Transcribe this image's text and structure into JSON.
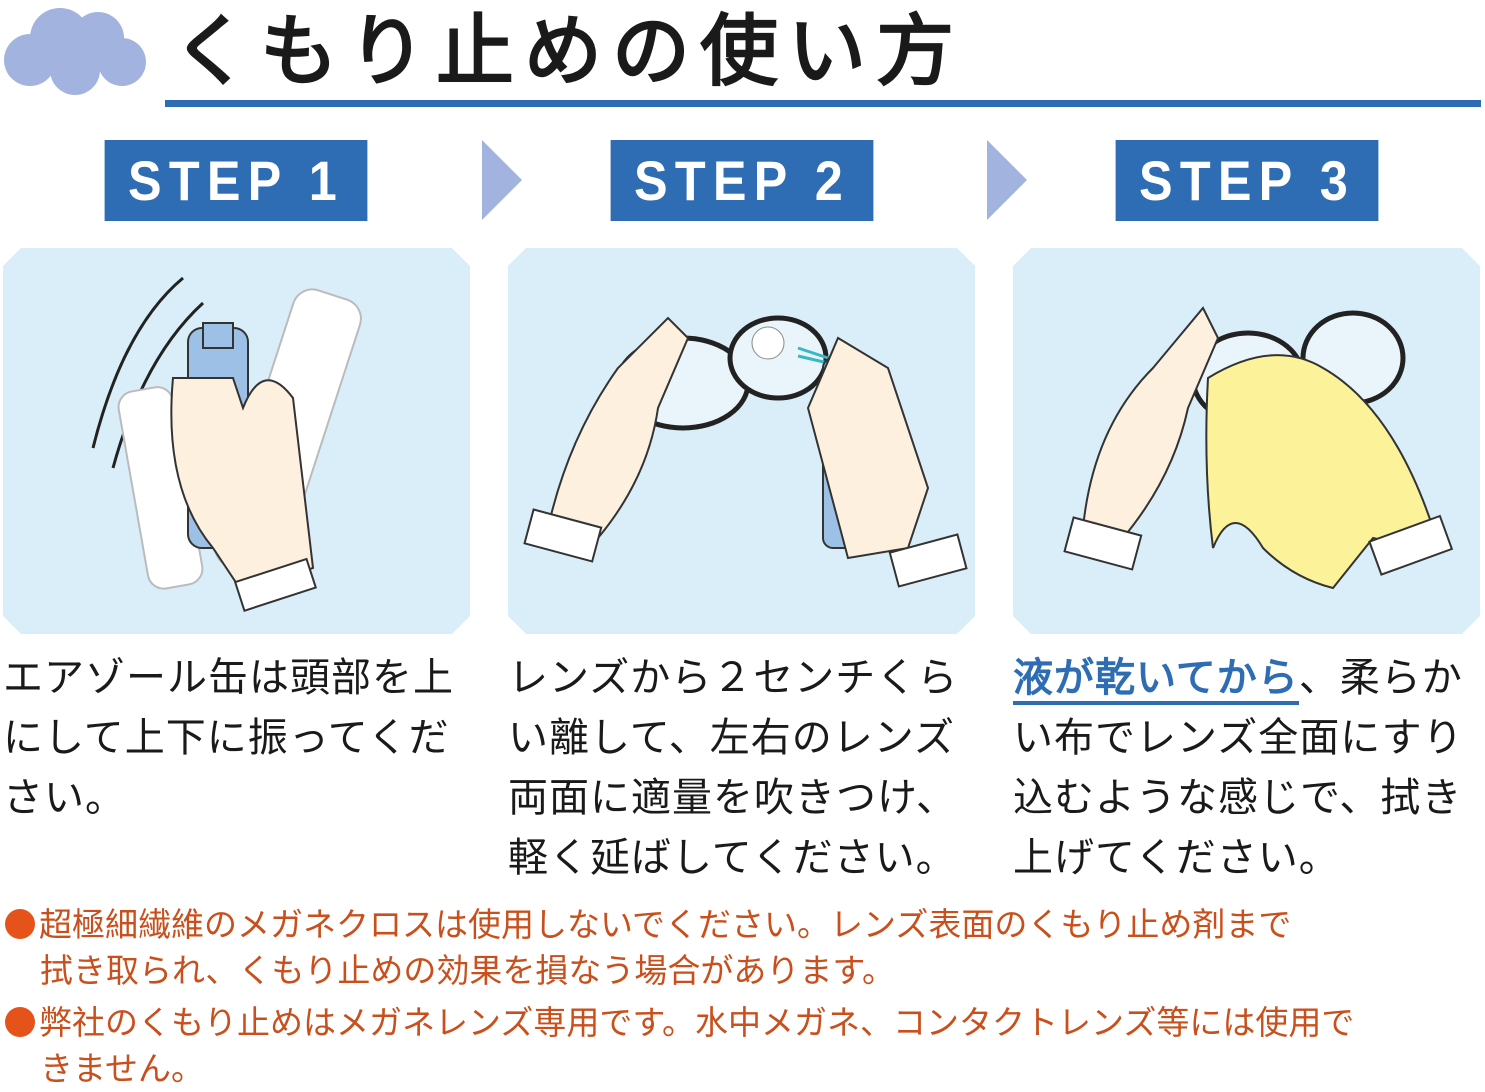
{
  "title": "くもり止めの使い方",
  "steps": [
    {
      "label": "STEP 1",
      "text": "エアゾール缶は頭部を上にして上下に振ってください。"
    },
    {
      "label": "STEP 2",
      "text": "レンズから２センチくらい離して、左右のレンズ両面に適量を吹きつけ、軽く延ばしてください。"
    },
    {
      "label": "STEP 3",
      "highlight": "液が乾いてから",
      "text": "、柔らかい布でレンズ全面にすり込むような感じで、拭き上げてください。"
    }
  ],
  "notes": [
    {
      "line1": "超極細繊維のメガネクロスは使用しないでください。レンズ表面のくもり止め剤まで",
      "line2": "拭き取られ、くもり止めの効果を損なう場合があります。"
    },
    {
      "line1": "弊社のくもり止めはメガネレンズ専用です。水中メガネ、コンタクトレンズ等には使用で",
      "line2": "きません。"
    }
  ],
  "colors": {
    "brand": "#2e6db4",
    "arrow": "#a3b3df",
    "panel": "#d9eef9",
    "note": "#c9501c"
  }
}
